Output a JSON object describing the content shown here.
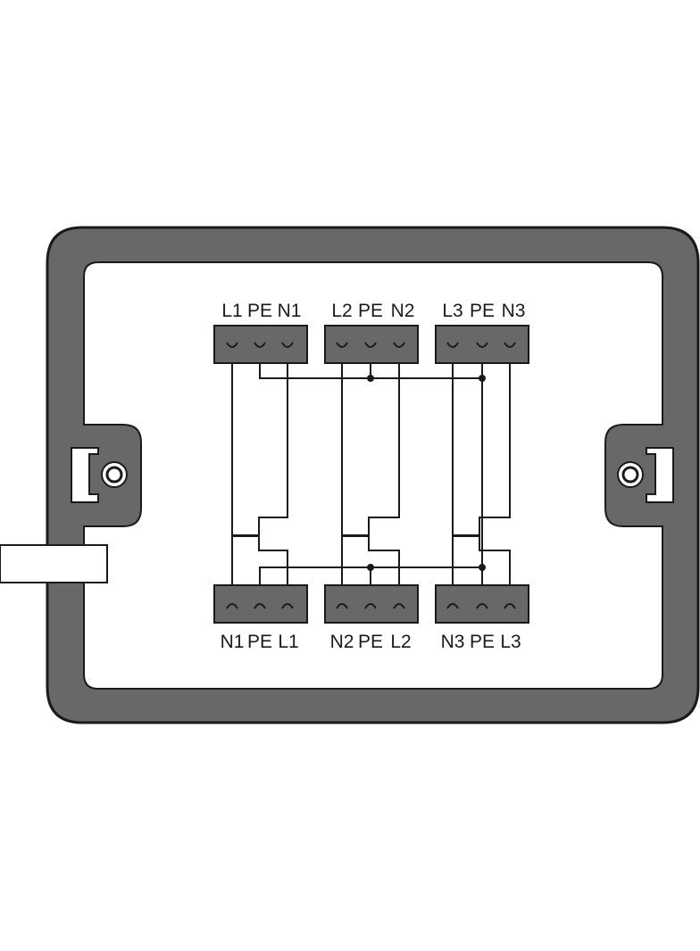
{
  "top_connectors": [
    {
      "pins": [
        "L1",
        "PE",
        "N1"
      ]
    },
    {
      "pins": [
        "L2",
        "PE",
        "N2"
      ]
    },
    {
      "pins": [
        "L3",
        "PE",
        "N3"
      ]
    }
  ],
  "bottom_connectors": [
    {
      "pins": [
        "N1",
        "PE",
        "L1"
      ]
    },
    {
      "pins": [
        "N2",
        "PE",
        "L2"
      ]
    },
    {
      "pins": [
        "N3",
        "PE",
        "L3"
      ]
    }
  ],
  "colors": {
    "housing": "#686868",
    "outline": "#1a1a1a",
    "background": "#ffffff"
  }
}
